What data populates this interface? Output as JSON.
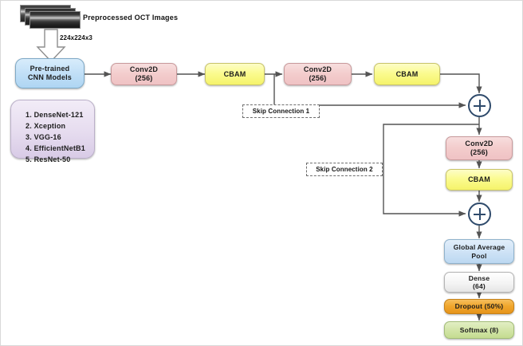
{
  "diagram": {
    "title": "Preprocessed OCT Images",
    "input_dimension": "224x224x3",
    "input_thumbnail_icon": "oct-scan-stack-icon",
    "backbone": {
      "label_line1": "Pre-trained",
      "label_line2": "CNN Models",
      "models": [
        "1.  DenseNet-121",
        "2.  Xception",
        "3.  VGG-16",
        "4.  EfficientNetB1",
        "5.  ResNet-50"
      ]
    },
    "blocks": {
      "conv1": {
        "name": "Conv2D",
        "filters": "(256)"
      },
      "cbam1": {
        "name": "CBAM"
      },
      "conv2": {
        "name": "Conv2D",
        "filters": "(256)"
      },
      "cbam2": {
        "name": "CBAM"
      },
      "conv3": {
        "name": "Conv2D",
        "filters": "(256)"
      },
      "cbam3": {
        "name": "CBAM"
      },
      "gap": {
        "line1": "Global Average",
        "line2": "Pool"
      },
      "dense": {
        "name": "Dense",
        "units": "(64)"
      },
      "dropout": {
        "name": "Dropout (50%)"
      },
      "softmax": {
        "name": "Softmax (8)"
      }
    },
    "skip_connections": [
      {
        "label": "Skip Connection 1"
      },
      {
        "label": "Skip Connection 2"
      }
    ],
    "add_nodes": [
      {
        "symbol": "+",
        "name": "add-node-1"
      },
      {
        "symbol": "+",
        "name": "add-node-2"
      }
    ],
    "colors": {
      "conv_block": "#f3cccc",
      "cbam_block": "#fbfb90",
      "backbone_block": "#c2e0f7",
      "models_block": "#e6dcef",
      "gap_block": "#cfe3f6",
      "dense_block": "#f4f4f4",
      "dropout_block": "#f0a72e",
      "softmax_block": "#d3e5a8",
      "add_node": "#2e4a6b",
      "wire": "#545454"
    }
  }
}
